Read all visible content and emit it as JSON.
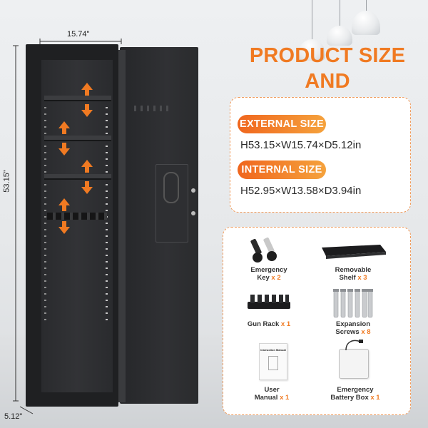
{
  "headline": {
    "line1": "PRODUCT SIZE",
    "line2": "AND ACCESSORIES"
  },
  "sizes": {
    "external_label": "EXTERNAL SIZE",
    "external_value": "H53.15×W15.74×D5.12in",
    "internal_label": "INTERNAL SIZE",
    "internal_value": "H52.95×W13.58×D3.94in"
  },
  "dimensions": {
    "width": "15.74\"",
    "height": "53.15\"",
    "depth": "5.12\""
  },
  "accessories": [
    {
      "name": "Emergency",
      "name2": "Key",
      "qty": "x 2",
      "icon": "key-icon"
    },
    {
      "name": "Removable",
      "name2": "Shelf",
      "qty": "x 3",
      "icon": "shelf-icon"
    },
    {
      "name": "Gun Rack",
      "name2": "",
      "qty": "x 1",
      "icon": "gun-rack-icon"
    },
    {
      "name": "Expansion",
      "name2": "Screws",
      "qty": "x 8",
      "icon": "screw-icon"
    },
    {
      "name": "User",
      "name2": "Manual",
      "qty": "x 1",
      "icon": "manual-icon"
    },
    {
      "name": "Emergency",
      "name2": "Battery Box",
      "qty": "x 1",
      "icon": "battery-box-icon"
    }
  ],
  "manual_cover_text": "Instruction Manual",
  "colors": {
    "accent": "#f07a22",
    "safe_body": "#1f2022",
    "card_border": "#f09a5a"
  }
}
